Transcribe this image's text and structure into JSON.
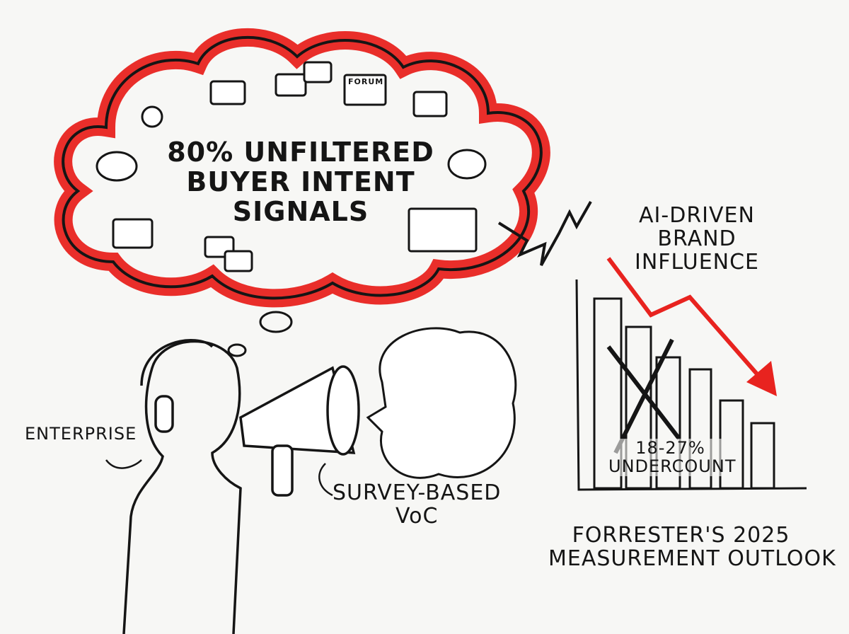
{
  "cloud": {
    "headline": [
      "80% UNFILTERED",
      "BUYER INTENT",
      "SIGNALS"
    ],
    "forum_label": "FORUM"
  },
  "person": {
    "enterprise_label": "ENTERPRISE",
    "voc_label": [
      "SURVEY-BASED",
      "VoC"
    ]
  },
  "chart": {
    "arrow_label": [
      "AI-DRIVEN",
      "BRAND",
      "INFLUENCE"
    ],
    "undercount_label": [
      "18-27%",
      "UNDERCOUNT"
    ],
    "source_label": [
      "FORRESTER'S 2025",
      "MEASUREMENT OUTLOOK"
    ]
  },
  "colors": {
    "accent": "#e8231f",
    "ink": "#151515",
    "paper": "#f7f7f5"
  }
}
